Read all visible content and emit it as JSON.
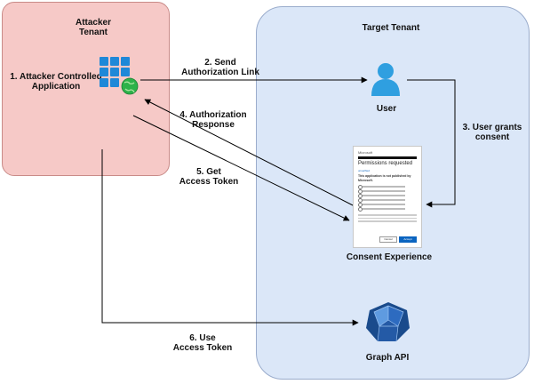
{
  "tenants": {
    "attacker": "Attacker\nTenant",
    "target": "Target Tenant"
  },
  "nodes": {
    "app": "1. Attacker Controlled\nApplication",
    "user": "User",
    "consent": "Consent Experience",
    "graph": "Graph API"
  },
  "steps": {
    "s2": "2. Send\nAuthorization Link",
    "s3": "3. User grants\nconsent",
    "s4": "4. Authorization\nResponse",
    "s5": "5. Get\nAccess Token",
    "s6": "6. Use\nAccess Token"
  },
  "consent_card": {
    "brand": "Microsoft",
    "title": "Permissions requested",
    "account": "unverified",
    "warning": "This application is not published by Microsoft.",
    "cancel": "Cancel",
    "accept": "Accept"
  },
  "colors": {
    "attacker_fill": "#f6c9c7",
    "target_fill": "#dbe7f8",
    "app_blue": "#1e88d8",
    "globe_green": "#2db24a",
    "user_blue": "#2f9fe0",
    "graph_blue": "#1a4b8c"
  }
}
